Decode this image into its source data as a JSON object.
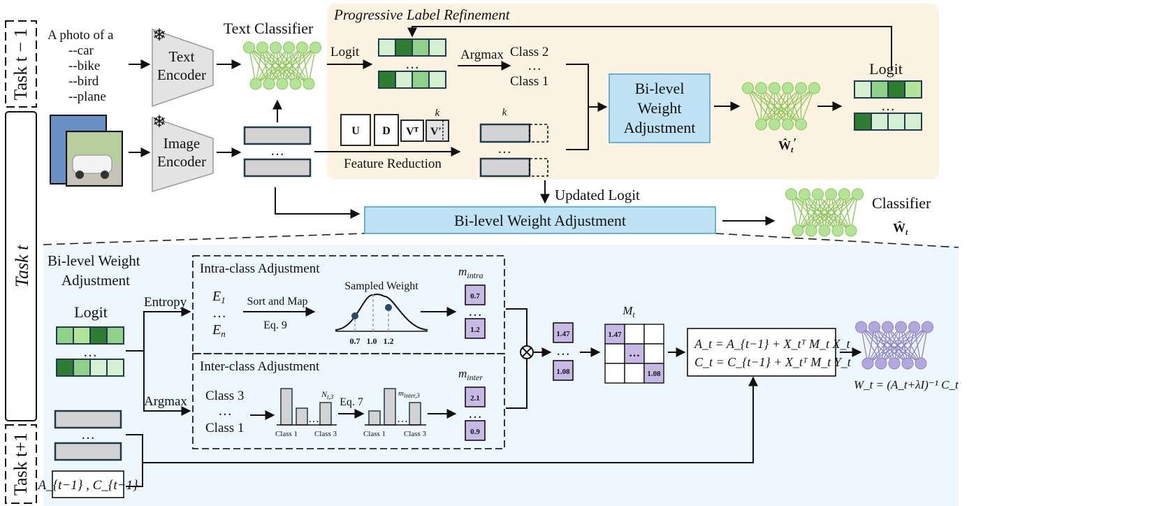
{
  "tasks": {
    "prev": "Task t − 1",
    "cur": "Task t",
    "next": "Task t+1"
  },
  "text_input": {
    "line1": "A photo of a",
    "items": [
      "--car",
      "--bike",
      "--bird",
      "--plane"
    ]
  },
  "image_stack_dots": "…",
  "text_encoder": {
    "line1": "Text",
    "line2": "Encoder"
  },
  "image_encoder": {
    "line1": "Image",
    "line2": "Encoder"
  },
  "text_classifier": "Text Classifier",
  "plr": {
    "title": "Progressive Label Refinement",
    "logit": "Logit",
    "argmax": "Argmax",
    "class2": "Class 2",
    "class1": "Class 1",
    "dots": "…",
    "svd": {
      "u": "U",
      "d": "D",
      "vt": "Vᵀ",
      "vprime": "V′",
      "k": "k"
    },
    "k_label": "k",
    "feature_reduction": "Feature Reduction",
    "bwa_line1": "Bi-level",
    "bwa_line2": "Weight",
    "bwa_line3": "Adjustment",
    "w_hat_prime": "Ŵ",
    "w_hat_prime_sub": "t",
    "w_hat_prime_mark": "′",
    "out_logit": "Logit"
  },
  "updated_logit": "Updated Logit",
  "bwa_main": "Bi-level Weight Adjustment",
  "classifier": {
    "label": "Classifier",
    "w": "Ŵ",
    "w_sub": "t"
  },
  "detail": {
    "title_line1": "Bi-level Weight",
    "title_line2": "Adjustment",
    "logit": "Logit",
    "entropy": "Entropy",
    "argmax": "Argmax",
    "intra_title": "Intra-class Adjustment",
    "e1": "E",
    "e1_sub": "1",
    "en": "E",
    "en_sub": "n",
    "sort_map": "Sort and Map",
    "eq9": "Eq. 9",
    "sampled_weight": "Sampled Weight",
    "ticks": [
      "0.7",
      "1.0",
      "1.2"
    ],
    "m_intra": "m",
    "m_intra_sub": "intra",
    "intra_vals": [
      "0.7",
      "1.2"
    ],
    "inter_title": "Inter-class Adjustment",
    "class3": "Class 3",
    "class1": "Class 1",
    "hist_left_labels": [
      "Class 1",
      "Class 3"
    ],
    "hist_right_labels": [
      "Class 1",
      "Class 3"
    ],
    "n_t3": "N",
    "n_t3_sub": "t,3",
    "eq7": "Eq. 7",
    "m_inter3": "m",
    "m_inter3_sub": "inter,3",
    "m_inter": "m",
    "m_inter_sub": "inter",
    "inter_vals": [
      "2.1",
      "0.9"
    ],
    "combined_vals": [
      "1.47",
      "1.08"
    ],
    "mt": "M",
    "mt_sub": "t",
    "matrix_vals": [
      "1.47",
      "…",
      "1.08"
    ],
    "eq_a": "A_t = A_{t−1} + X_tᵀ M_t X_t",
    "eq_c": "C_t = C_{t−1} + X_tᵀ M_t Y_t",
    "wt": "W_t = (A_t+λI)⁻¹ C_t",
    "prev_stats": "A_{t−1} , C_{t−1}",
    "dots": "…"
  },
  "colors": {
    "dark_green": "#2e7d32",
    "mid_green": "#8fd18b",
    "light_green": "#d4f0d0",
    "net_green": "#b4e39a",
    "net_line": "#8cc657",
    "purple": "#c6b9e6",
    "net_purple": "#b3a8dc",
    "blue_box": "#bfe3f5",
    "plr_bg": "#fdf3e3",
    "detail_bg": "#eef7fd"
  }
}
